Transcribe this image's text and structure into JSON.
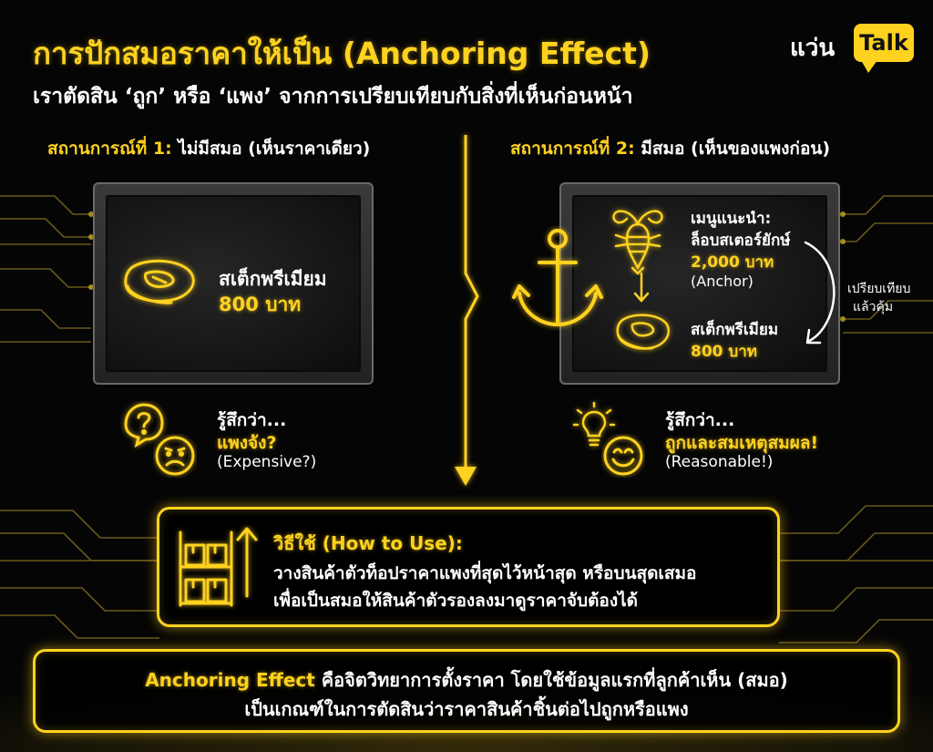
{
  "header": {
    "title": "การปักสมอราคาให้เป็น (Anchoring Effect)",
    "subtitle": "เราตัดสิน ‘ถูก’ หรือ ‘แพง’ จากการเปรียบเทียบกับสิ่งที่เห็นก่อนหน้า"
  },
  "brand": {
    "word": "แว่น",
    "bubble": "Talk"
  },
  "scenario1": {
    "label_highlight": "สถานการณ์ที่ 1:",
    "label_rest": " ไม่มีสมอ (เห็นราคาเดียว)",
    "item_name": "สเต็กพรีเมียม",
    "item_price": "800 บาท",
    "feel_label": "รู้สึกว่า...",
    "feel_value": "แพงจัง?",
    "feel_en": "(Expensive?)"
  },
  "scenario2": {
    "label_highlight": "สถานการณ์ที่ 2:",
    "label_rest": " มีสมอ (เห็นของแพงก่อน)",
    "anchor_title_1": "เมนูแนะนำ:",
    "anchor_title_2": "ล็อบสเตอร์ยักษ์",
    "anchor_price": "2,000 บาท",
    "anchor_tag": "(Anchor)",
    "item_name": "สเต็กพรีเมียม",
    "item_price": "800 บาท",
    "compare_1": "เปรียบเทียบ",
    "compare_2": "แล้วคุ้ม",
    "feel_label": "รู้สึกว่า...",
    "feel_value": "ถูกและสมเหตุสมผล!",
    "feel_en": "(Reasonable!)"
  },
  "how_to": {
    "title": "วิธีใช้ (How to Use):",
    "line1": "วางสินค้าตัวท็อปราคาแพงที่สุดไว้หน้าสุด หรือบนสุดเสมอ",
    "line2": "เพื่อเป็นสมอให้สินค้าตัวรองลงมาดูราคาจับต้องได้"
  },
  "definition": {
    "term": "Anchoring Effect",
    "line1_rest": " คือจิตวิทยาการตั้งราคา โดยใช้ข้อมูลแรกที่ลูกค้าเห็น (สมอ)",
    "line2": "เป็นเกณฑ์ในการตัดสินว่าราคาสินค้าชิ้นต่อไปถูกหรือแพง"
  },
  "colors": {
    "accent": "#ffd21f",
    "background": "#050505",
    "text": "#ffffff"
  },
  "icons": [
    "steak-icon",
    "question-bubble-icon",
    "worried-face-icon",
    "anchor-icon",
    "lobster-icon",
    "down-arrow-icon",
    "curved-arrow-icon",
    "lightbulb-icon",
    "smile-face-icon",
    "shelf-boxes-icon",
    "up-arrow-icon"
  ]
}
